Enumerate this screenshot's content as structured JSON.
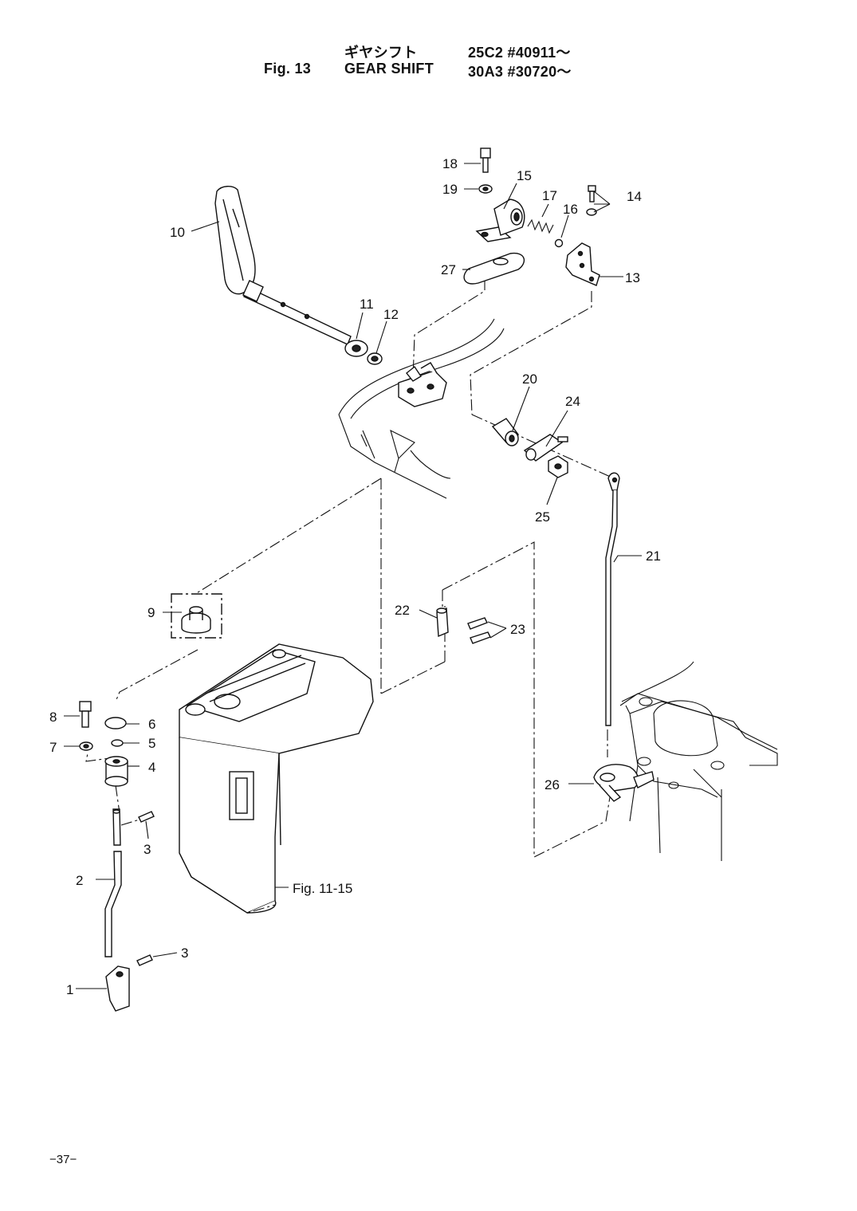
{
  "header": {
    "jp_title": "ギヤシフト",
    "fig_label": "Fig. 13",
    "en_title": "GEAR SHIFT",
    "model_1": "25C2 #40911〜",
    "model_2": "30A3 #30720〜"
  },
  "callouts": {
    "p1": "1",
    "p2": "2",
    "p3a": "3",
    "p3b": "3",
    "p4": "4",
    "p5": "5",
    "p6": "6",
    "p7": "7",
    "p8": "8",
    "p9": "9",
    "p10": "10",
    "p11": "11",
    "p12": "12",
    "p13": "13",
    "p14": "14",
    "p15": "15",
    "p16": "16",
    "p17": "17",
    "p18": "18",
    "p19": "19",
    "p20": "20",
    "p21": "21",
    "p22": "22",
    "p23": "23",
    "p24": "24",
    "p25": "25",
    "p26": "26",
    "p27": "27"
  },
  "ref_note": "Fig. 11-15",
  "page_number": "−37−"
}
